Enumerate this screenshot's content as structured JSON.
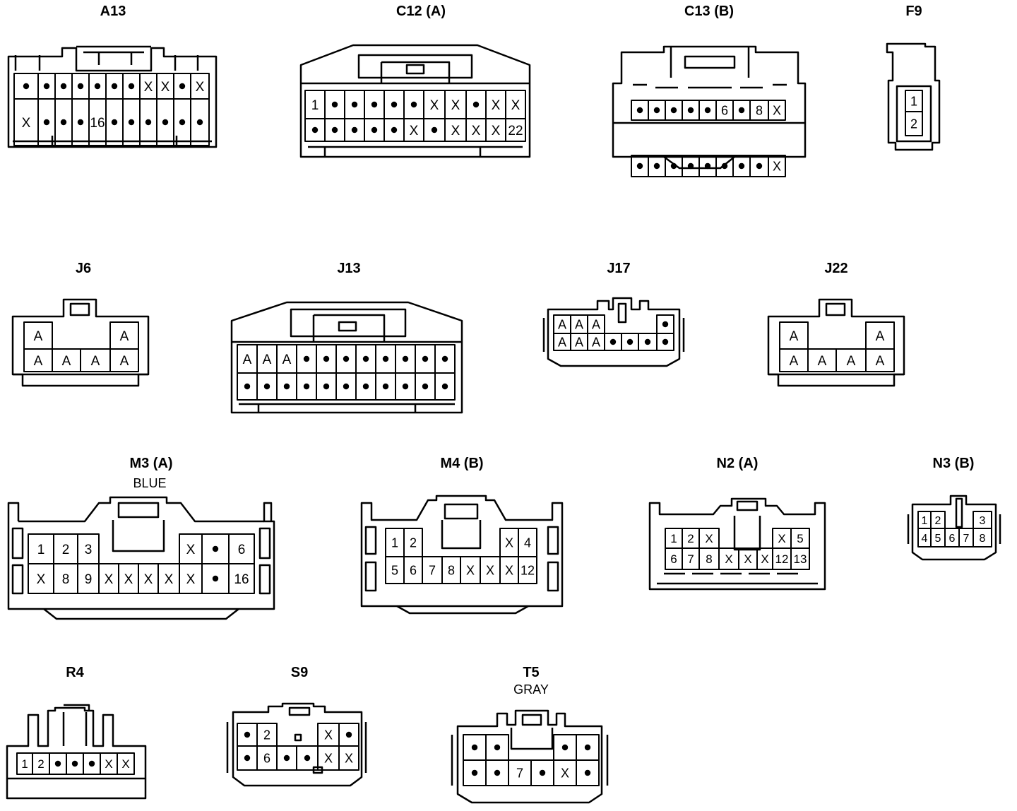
{
  "connectors": [
    {
      "id": "A13",
      "title": "A13",
      "sublabel": "",
      "pins": [
        [
          "•",
          "•",
          "•",
          "•",
          "•",
          "•",
          "•",
          "X",
          "X",
          "•",
          "X"
        ],
        [
          "X",
          "•",
          "•",
          "•",
          "16",
          "•",
          "•",
          "•",
          "•",
          "•",
          "•"
        ]
      ]
    },
    {
      "id": "C12",
      "title": "C12 (A)",
      "sublabel": "",
      "pins": [
        [
          "1",
          "•",
          "•",
          "•",
          "•",
          "•",
          "X",
          "X",
          "•",
          "X",
          "X"
        ],
        [
          "•",
          "•",
          "•",
          "•",
          "•",
          "X",
          "•",
          "X",
          "X",
          "X",
          "22"
        ]
      ]
    },
    {
      "id": "C13",
      "title": "C13 (B)",
      "sublabel": "",
      "pins": [
        [
          "•",
          "•",
          "•",
          "•",
          "•",
          "6",
          "•",
          "8",
          "X"
        ],
        [
          "•",
          "•",
          "•",
          "•",
          "•",
          "•",
          "•",
          "•",
          "X"
        ]
      ]
    },
    {
      "id": "F9",
      "title": "F9",
      "sublabel": "",
      "pins": [
        [
          "1"
        ],
        [
          "2"
        ]
      ]
    },
    {
      "id": "J6",
      "title": "J6",
      "sublabel": "",
      "pins": [
        [
          "A",
          "",
          "",
          "A"
        ],
        [
          "A",
          "A",
          "A",
          "A"
        ]
      ]
    },
    {
      "id": "J13",
      "title": "J13",
      "sublabel": "",
      "pins": [
        [
          "A",
          "A",
          "A",
          "•",
          "•",
          "•",
          "•",
          "•",
          "•",
          "•",
          "•"
        ],
        [
          "•",
          "•",
          "•",
          "•",
          "•",
          "•",
          "•",
          "•",
          "•",
          "•",
          "•"
        ]
      ]
    },
    {
      "id": "J17",
      "title": "J17",
      "sublabel": "",
      "pins": [
        [
          "A",
          "A",
          "A",
          "",
          "",
          "",
          "•",
          "•"
        ],
        [
          "A",
          "A",
          "A",
          "•",
          "•",
          "•",
          "•",
          "•"
        ]
      ]
    },
    {
      "id": "J22",
      "title": "J22",
      "sublabel": "",
      "pins": [
        [
          "A",
          "",
          "",
          "A"
        ],
        [
          "A",
          "A",
          "A",
          "A"
        ]
      ]
    },
    {
      "id": "M3",
      "title": "M3 (A)",
      "sublabel": "BLUE",
      "pins": [
        [
          "1",
          "2",
          "3",
          "",
          "",
          "",
          "",
          "X",
          "•",
          "6"
        ],
        [
          "X",
          "8",
          "9",
          "X",
          "X",
          "X",
          "X",
          "X",
          "•",
          "16"
        ]
      ]
    },
    {
      "id": "M4",
      "title": "M4 (B)",
      "sublabel": "",
      "pins": [
        [
          "1",
          "2",
          "",
          "",
          "",
          "",
          "X",
          "4"
        ],
        [
          "5",
          "6",
          "7",
          "8",
          "X",
          "X",
          "X",
          "12"
        ]
      ]
    },
    {
      "id": "N2",
      "title": "N2 (A)",
      "sublabel": "",
      "pins": [
        [
          "1",
          "2",
          "X",
          "",
          "",
          "",
          "X",
          "5"
        ],
        [
          "6",
          "7",
          "8",
          "X",
          "X",
          "X",
          "12",
          "13"
        ]
      ]
    },
    {
      "id": "N3",
      "title": "N3 (B)",
      "sublabel": "",
      "pins": [
        [
          "1",
          "2",
          "",
          "",
          "3"
        ],
        [
          "4",
          "5",
          "6",
          "7",
          "8"
        ]
      ]
    },
    {
      "id": "R4",
      "title": "R4",
      "sublabel": "",
      "pins": [
        [
          "1",
          "2",
          "•",
          "•",
          "•",
          "X",
          "X"
        ]
      ]
    },
    {
      "id": "S9",
      "title": "S9",
      "sublabel": "",
      "pins": [
        [
          "•",
          "2",
          "",
          "",
          "X",
          "•"
        ],
        [
          "•",
          "6",
          "•",
          "•",
          "X",
          "X"
        ]
      ]
    },
    {
      "id": "T5",
      "title": "T5",
      "sublabel": "GRAY",
      "pins": [
        [
          "•",
          "•",
          "",
          "",
          "•",
          "•"
        ],
        [
          "•",
          "•",
          "7",
          "•",
          "X",
          "•"
        ]
      ]
    }
  ]
}
